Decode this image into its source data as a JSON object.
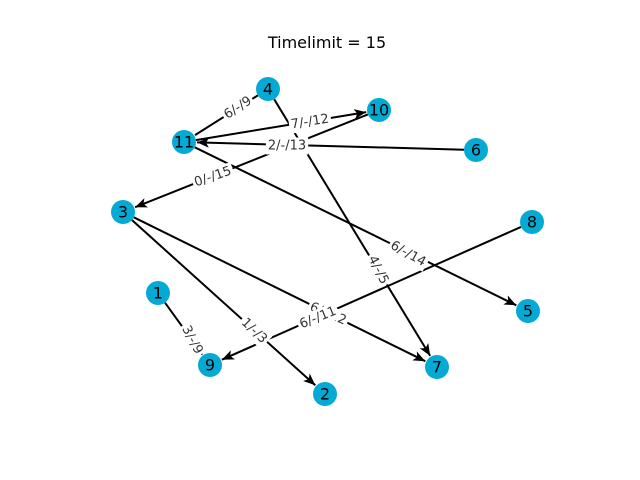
{
  "title": "Timelimit = 15",
  "colors": {
    "node_fill": "#04AAD3",
    "edge": "#000000",
    "edge_label_text": "#333333",
    "edge_label_bg": "#ffffff"
  },
  "nodes": [
    {
      "id": "1",
      "label": "1"
    },
    {
      "id": "2",
      "label": "2"
    },
    {
      "id": "3",
      "label": "3"
    },
    {
      "id": "4",
      "label": "4"
    },
    {
      "id": "5",
      "label": "5"
    },
    {
      "id": "6",
      "label": "6"
    },
    {
      "id": "7",
      "label": "7"
    },
    {
      "id": "8",
      "label": "8"
    },
    {
      "id": "9",
      "label": "9"
    },
    {
      "id": "10",
      "label": "10"
    },
    {
      "id": "11",
      "label": "11"
    }
  ],
  "edges": [
    {
      "from": "1",
      "to": "9",
      "label": "3/-/9",
      "directed": false
    },
    {
      "from": "4",
      "to": "11",
      "label": "6/-/9",
      "directed": false
    },
    {
      "from": "4",
      "to": "7",
      "label": "4/-/5",
      "directed": true
    },
    {
      "from": "11",
      "to": "10",
      "label": "7/-/12",
      "directed": true
    },
    {
      "from": "6",
      "to": "11",
      "label": "2/-/13",
      "directed": true
    },
    {
      "from": "11",
      "to": "5",
      "label": "6/-/14",
      "directed": true
    },
    {
      "from": "10",
      "to": "3",
      "label": "0/-/15",
      "directed": true
    },
    {
      "from": "3",
      "to": "2",
      "label": "1/-/3",
      "directed": true
    },
    {
      "from": "3",
      "to": "7",
      "label": "6/-/12",
      "directed": true
    },
    {
      "from": "8",
      "to": "9",
      "label": "6/-/11",
      "directed": true
    }
  ]
}
